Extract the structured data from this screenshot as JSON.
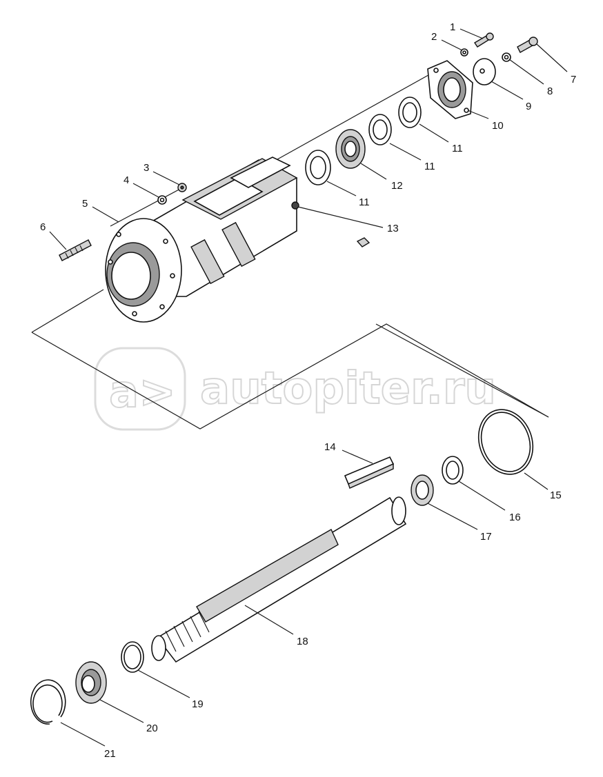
{
  "watermark": {
    "text": "autopiter.ru"
  },
  "callouts": [
    {
      "id": "c1",
      "text": "1"
    },
    {
      "id": "c2",
      "text": "2"
    },
    {
      "id": "c3",
      "text": "3"
    },
    {
      "id": "c4",
      "text": "4"
    },
    {
      "id": "c5",
      "text": "5"
    },
    {
      "id": "c6",
      "text": "6"
    },
    {
      "id": "c7",
      "text": "7"
    },
    {
      "id": "c8",
      "text": "8"
    },
    {
      "id": "c9",
      "text": "9"
    },
    {
      "id": "c10",
      "text": "10"
    },
    {
      "id": "c11a",
      "text": "11"
    },
    {
      "id": "c11b",
      "text": "11"
    },
    {
      "id": "c11c",
      "text": "11"
    },
    {
      "id": "c12",
      "text": "12"
    },
    {
      "id": "c13",
      "text": "13"
    },
    {
      "id": "c14",
      "text": "14"
    },
    {
      "id": "c15",
      "text": "15"
    },
    {
      "id": "c16",
      "text": "16"
    },
    {
      "id": "c17",
      "text": "17"
    },
    {
      "id": "c18",
      "text": "18"
    },
    {
      "id": "c19",
      "text": "19"
    },
    {
      "id": "c20",
      "text": "20"
    },
    {
      "id": "c21",
      "text": "21"
    }
  ]
}
